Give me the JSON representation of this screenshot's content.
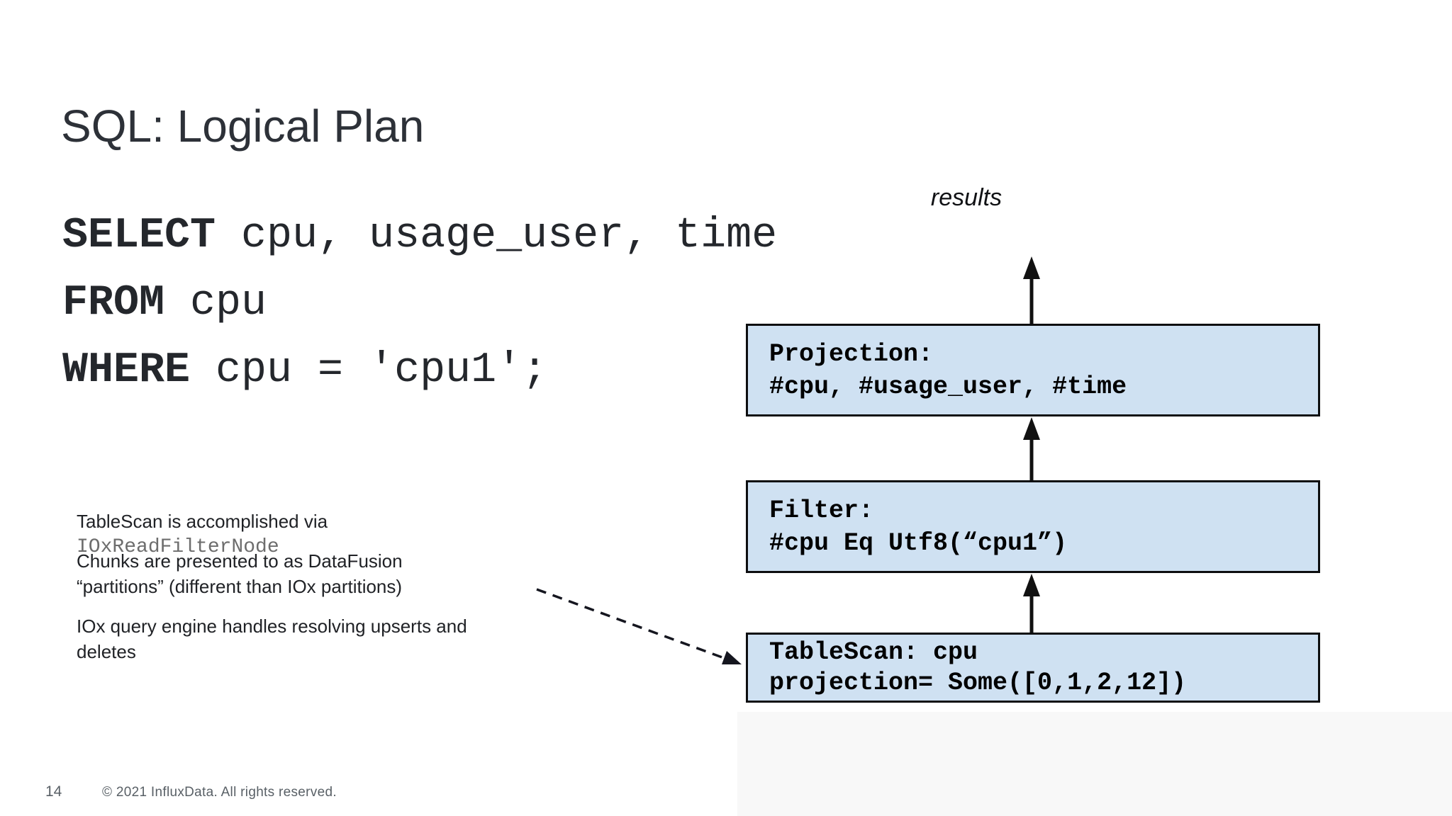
{
  "slide": {
    "title": "SQL: Logical Plan",
    "sql": {
      "lines": [
        {
          "keyword": "SELECT",
          "rest": " cpu, usage_user, time"
        },
        {
          "keyword": "FROM",
          "rest": " cpu"
        },
        {
          "keyword": "WHERE",
          "rest": " cpu = 'cpu1';"
        }
      ]
    },
    "diagram": {
      "results_label": "results",
      "node_fill": "#cfe1f2",
      "node_border": "#0d0e10",
      "nodes": [
        {
          "id": "projection",
          "line1": "Projection:",
          "line2": "#cpu, #usage_user, #time"
        },
        {
          "id": "filter",
          "line1": "Filter:",
          "line2": "#cpu Eq Utf8(“cpu1”)"
        },
        {
          "id": "tablescan",
          "line1": "TableScan: cpu",
          "line2": "projection= Some([0,1,2,12])"
        }
      ]
    },
    "notes": [
      {
        "text": "TableScan is accomplished via",
        "code": "IOxReadFilterNode"
      },
      {
        "text": "Chunks are presented to as DataFusion\n“partitions” (different than IOx partitions)"
      },
      {
        "text": "IOx query engine handles resolving upserts and\ndeletes"
      }
    ],
    "footer": {
      "page_number": "14",
      "copyright": "© 2021 InfluxData. All rights reserved."
    }
  }
}
